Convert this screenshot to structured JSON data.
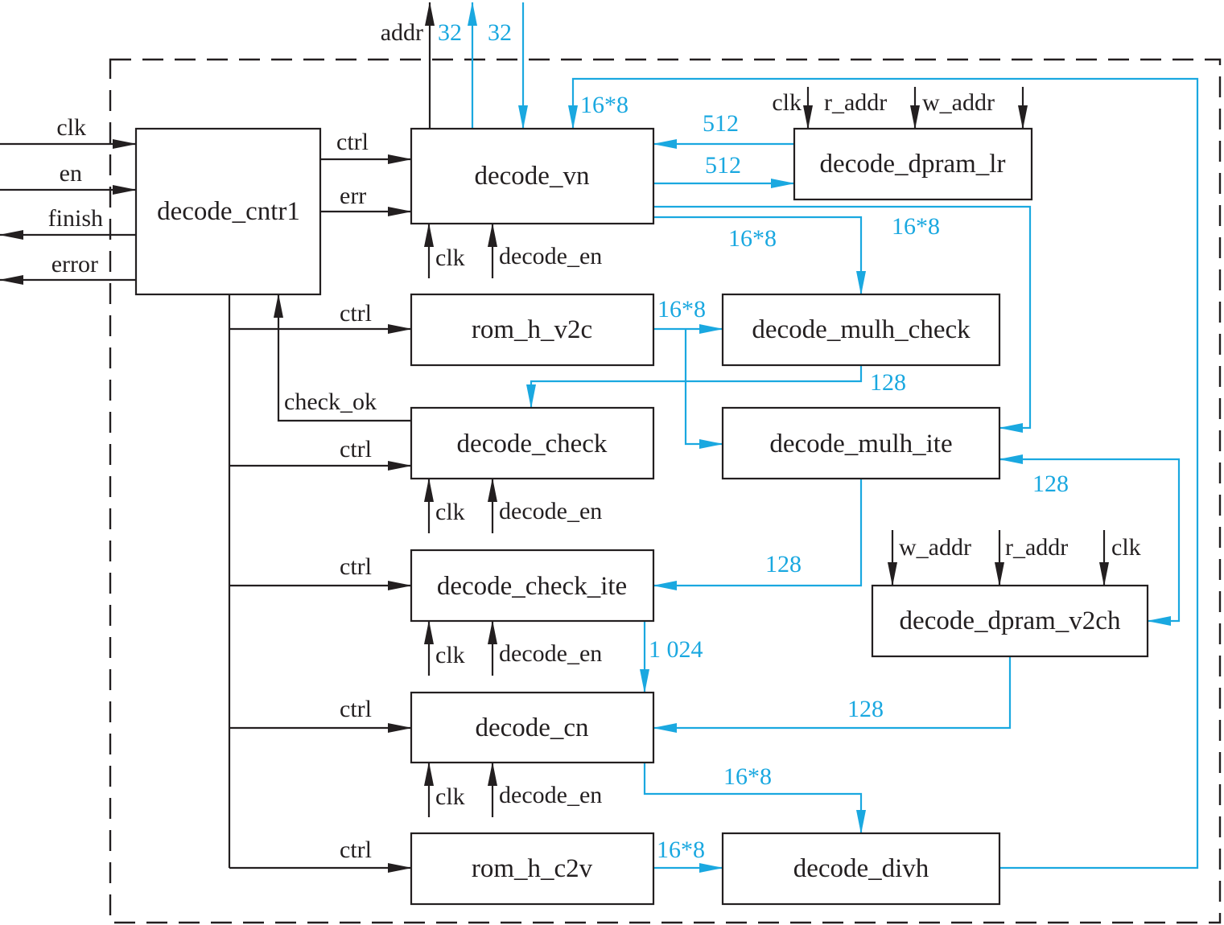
{
  "diagram": {
    "colors": {
      "control": "#231f20",
      "data": "#1aa8e0"
    },
    "blocks": {
      "cntr": "decode_cntr1",
      "vn": "decode_vn",
      "dpram_lr": "decode_dpram_lr",
      "rom_v2c": "rom_h_v2c",
      "mulh_check": "decode_mulh_check",
      "check": "decode_check",
      "mulh_ite": "decode_mulh_ite",
      "check_ite": "decode_check_ite",
      "dpram_v2ch": "decode_dpram_v2ch",
      "cn": "decode_cn",
      "rom_c2v": "rom_h_c2v",
      "divh": "decode_divh"
    },
    "ports": {
      "ext_clk": "clk",
      "ext_en": "en",
      "ext_finish": "finish",
      "ext_error": "error",
      "addr": "addr",
      "ctrl": "ctrl",
      "err": "err",
      "check_ok": "check_ok",
      "clk": "clk",
      "decode_en": "decode_en",
      "r_addr": "r_addr",
      "w_addr": "w_addr"
    },
    "widths": {
      "out_32": "32",
      "in_32": "32",
      "divh_to_vn": "16*8",
      "lr_to_vn": "512",
      "vn_to_lr": "512",
      "vn_to_mulh_check": "16*8",
      "vn_to_mulh_ite": "16*8",
      "rom_v2c_out": "16*8",
      "mulh_check_to_check": "128",
      "v2ch_to_mulh_ite": "128",
      "mulh_ite_to_check_ite": "128",
      "check_ite_to_cn": "1 024",
      "v2ch_to_cn": "128",
      "cn_to_divh": "16*8",
      "rom_c2v_to_divh": "16*8"
    }
  }
}
